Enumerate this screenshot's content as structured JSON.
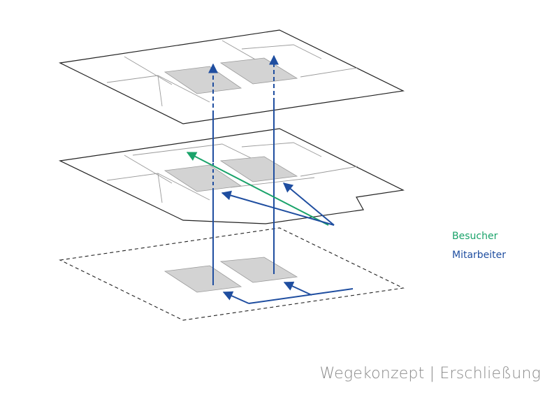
{
  "legend": {
    "visitor": {
      "label": "Besucher",
      "color": "#1aa36a"
    },
    "staff": {
      "label": "Mitarbeiter",
      "color": "#1f4ea0"
    }
  },
  "caption": "Wegekonzept | Erschließung",
  "colors": {
    "outline": "#222222",
    "inner_line": "#9a9a9a",
    "core_fill": "#d3d3d3"
  }
}
